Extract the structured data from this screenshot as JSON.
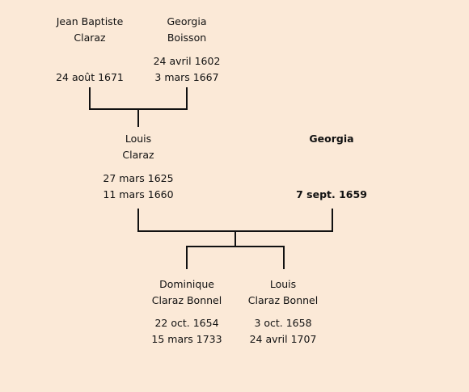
{
  "colors": {
    "background": "#fbe9d7",
    "line": "#111111",
    "text": "#111111"
  },
  "people": {
    "jean_baptiste": {
      "name_line1": "Jean Baptiste",
      "name_line2": "Claraz",
      "birth": "",
      "death": "24 août 1671"
    },
    "georgia_boisson": {
      "name_line1": "Georgia",
      "name_line2": "Boisson",
      "birth": "24 avril 1602",
      "death": "3 mars 1667"
    },
    "louis_claraz": {
      "name_line1": "Louis",
      "name_line2": "Claraz",
      "birth": "27 mars 1625",
      "death": "11 mars 1660"
    },
    "georgia_spouse": {
      "name_line1": "Georgia",
      "name_line2": "",
      "birth": "",
      "death": "7 sept. 1659"
    },
    "dominique": {
      "name_line1": "Dominique",
      "name_line2": "Claraz Bonnel",
      "birth": "22 oct. 1654",
      "death": "15 mars 1733"
    },
    "louis_jr": {
      "name_line1": "Louis",
      "name_line2": "Claraz Bonnel",
      "birth": "3 oct. 1658",
      "death": "24 avril 1707"
    }
  }
}
